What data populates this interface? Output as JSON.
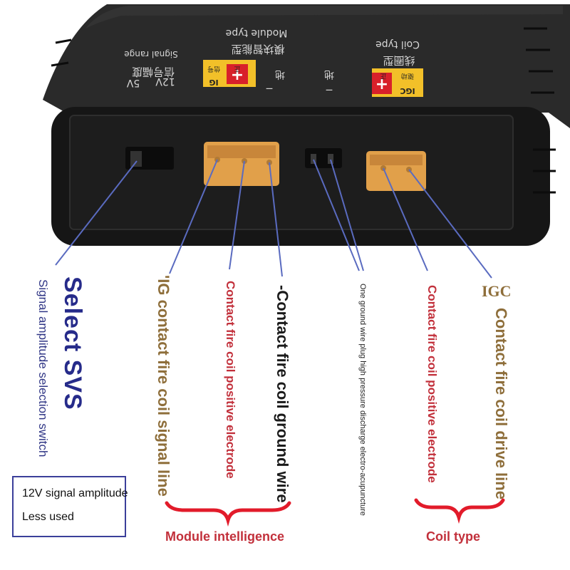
{
  "device": {
    "top_labels": {
      "module_type_cn": "模块智能型",
      "module_type_en": "Module type",
      "coil_type_cn": "线圈型",
      "coil_type_en": "Coil type",
      "signal_range_cn": "信号幅度",
      "signal_range_en": "Signal range",
      "v12": "12V",
      "v5": "5V",
      "ground_cn": "地",
      "minus": "−",
      "ig_badge": "IG",
      "igc_badge": "IGC",
      "plus": "+",
      "zheng_cn": "正",
      "xinhao_cn": "信号",
      "qudong_cn": "驱动"
    },
    "colors": {
      "body": "#1f1f1f",
      "connector": "#e1a04a",
      "badge_red": "#d8202a",
      "badge_yellow": "#f2c029"
    }
  },
  "labels": {
    "select_svs": "Select SVS",
    "svs_sub": "Signal amplitude selection switch",
    "ig_line": "'IG contact fire coil signal line",
    "module_positive": "Contact fire coil positive electrode",
    "module_ground": "-Contact fire coil ground wire",
    "ground_plug": "One ground wire plug high pressure discharge electro-acupuncture",
    "coil_positive": "Contact fire coil positive electrode",
    "igc_title": "IGC",
    "coil_drive": "Contact fire coil drive line"
  },
  "amplitude_box": {
    "line1": "12V signal amplitude",
    "line2": "Less used"
  },
  "captions": {
    "module": "Module intelligence",
    "coil": "Coil type"
  },
  "colors": {
    "leader_line": "#5a6bc0",
    "brace_red": "#e21b2a",
    "caption_red": "#c2303b",
    "navy": "#262b8a",
    "gold": "#8e6e3a"
  }
}
